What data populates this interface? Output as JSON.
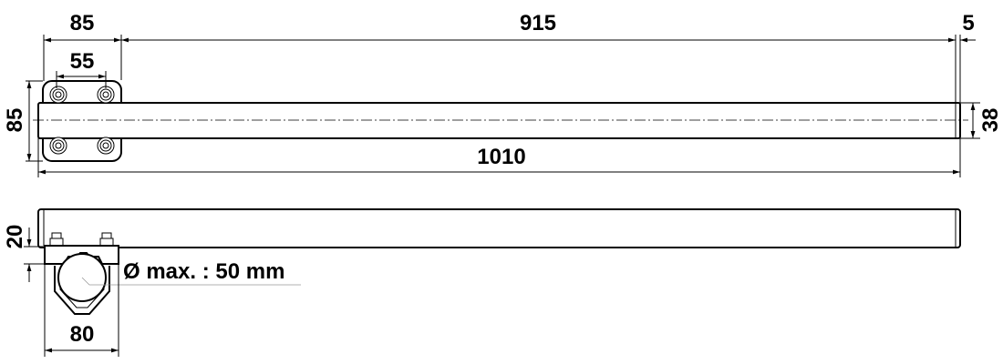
{
  "drawing": {
    "top_view": {
      "dim_plate_width": "85",
      "dim_arm_length": "915",
      "dim_end_cap": "5",
      "dim_bolt_spacing": "55",
      "dim_plate_height": "85",
      "dim_total_length": "1010",
      "dim_tube_diameter": "38"
    },
    "side_view": {
      "dim_offset": "20",
      "clamp_note": "Ø max. : 50 mm",
      "dim_clamp_width": "80"
    }
  }
}
